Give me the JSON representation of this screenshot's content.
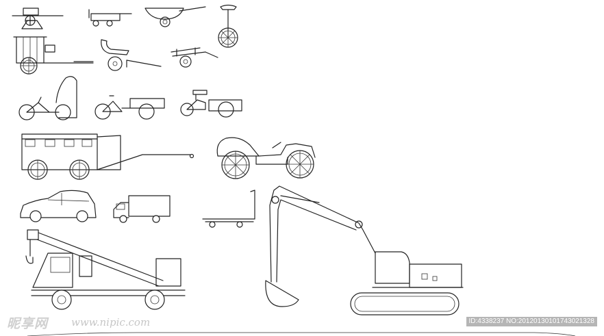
{
  "watermark": {
    "logo_text": "昵享网",
    "url_text": "www.nipic.com",
    "id_text": "ID:4338237 NO:20120130101743021328"
  },
  "drawing": {
    "stroke_color": "#222222",
    "background_color": "#ffffff",
    "items": [
      "rickshaw-cart",
      "flat-cart",
      "wheelbarrow",
      "unicycle",
      "sedan-chair-carriage",
      "hand-cart",
      "pull-cart",
      "pedicab",
      "cargo-tricycle",
      "motor-tricycle",
      "horse-carriage",
      "vintage-car",
      "hatchback-car",
      "box-truck",
      "hand-trolley",
      "truck-crane",
      "crawler-excavator"
    ]
  }
}
